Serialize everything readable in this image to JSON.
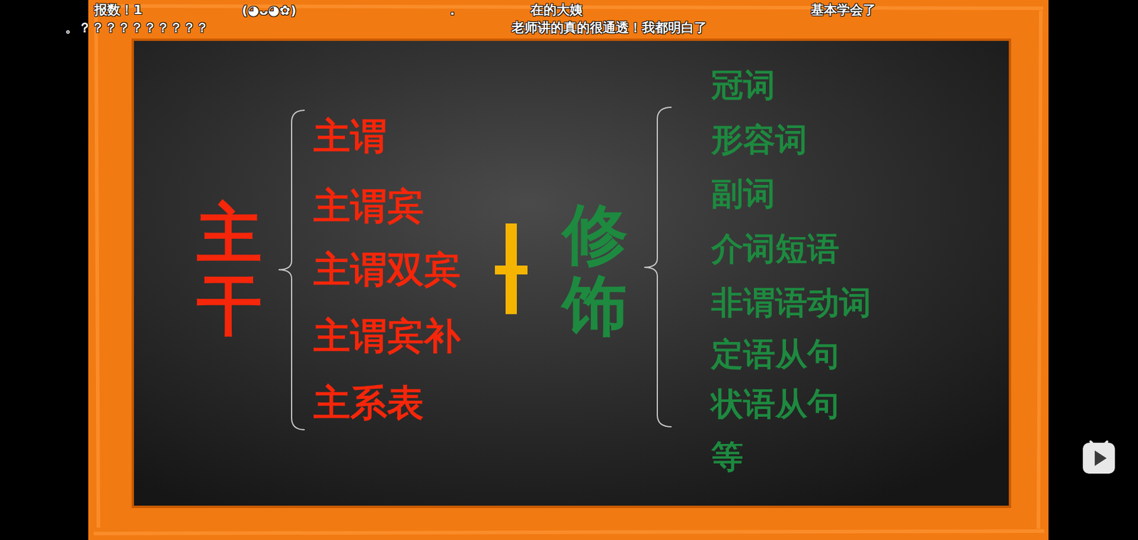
{
  "diagram": {
    "labels": [
      "报数！1",
      "(◕ᴗ◕✿)",
      ".",
      "在的大姨",
      "基本学会了",
      "。？？？？？？？？？？",
      "老师讲的真的很通透！我都明白了",
      "主干",
      "主谓",
      "主谓宾",
      "主谓双宾",
      "主谓宾补",
      "主系表",
      "修饰",
      "冠词",
      "形容词",
      "副词",
      "介词短语",
      "非谓语动词",
      "定语从句",
      "状语从句",
      "等"
    ]
  }
}
